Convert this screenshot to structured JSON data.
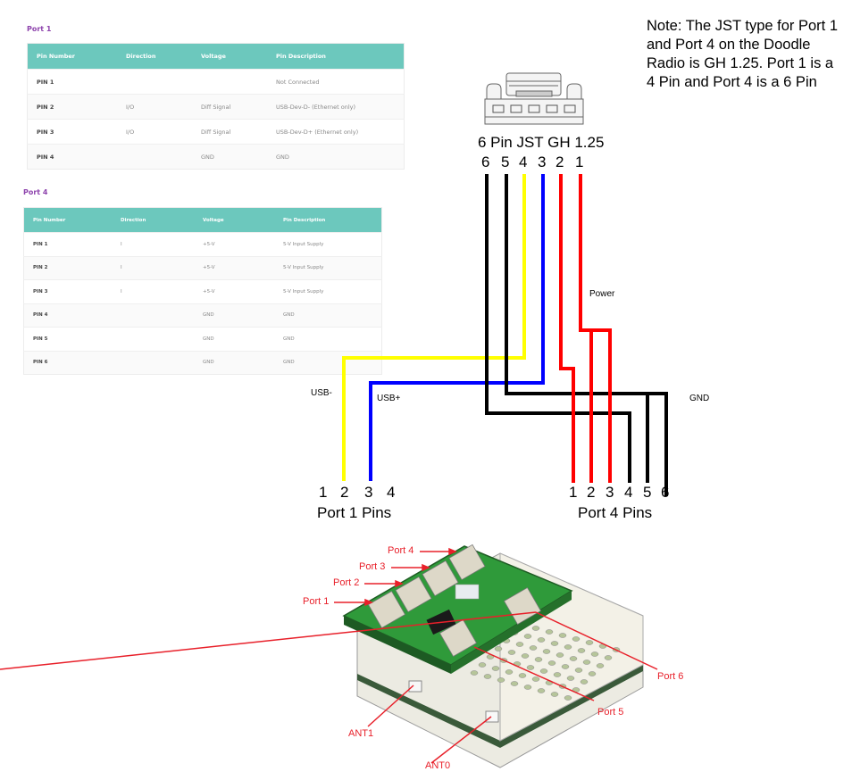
{
  "tables": [
    {
      "title": "Port 1",
      "headers": [
        "Pin Number",
        "Direction",
        "Voltage",
        "Pin Description"
      ],
      "rows": [
        [
          "PIN 1",
          "",
          "",
          "Not Connected"
        ],
        [
          "PIN 2",
          "I/O",
          "Diff Signal",
          "USB-Dev-D- (Ethernet only)"
        ],
        [
          "PIN 3",
          "I/O",
          "Diff Signal",
          "USB-Dev-D+ (Ethernet only)"
        ],
        [
          "PIN 4",
          "",
          "GND",
          "GND"
        ]
      ]
    },
    {
      "title": "Port 4",
      "headers": [
        "Pin Number",
        "Direction",
        "Voltage",
        "Pin Description"
      ],
      "rows": [
        [
          "PIN 1",
          "I",
          "+5-V",
          "5-V Input Supply"
        ],
        [
          "PIN 2",
          "I",
          "+5-V",
          "5-V Input Supply"
        ],
        [
          "PIN 3",
          "I",
          "+5-V",
          "5-V Input Supply"
        ],
        [
          "PIN 4",
          "",
          "GND",
          "GND"
        ],
        [
          "PIN 5",
          "",
          "GND",
          "GND"
        ],
        [
          "PIN 6",
          "",
          "GND",
          "GND"
        ]
      ]
    }
  ],
  "note": "Note:  The JST type for Port 1 and Port 4 on the Doodle Radio is GH 1.25. Port 1 is a 4 Pin and Port 4 is a 6 Pin",
  "connector": {
    "label": "6 Pin JST GH 1.25",
    "pin_numbers": [
      "6",
      "5",
      "4",
      "3",
      "2",
      "1"
    ]
  },
  "wiring": {
    "signal_labels": {
      "usb_minus": "USB-",
      "usb_plus": "USB+",
      "power": "Power",
      "gnd": "GND"
    },
    "port1": {
      "label": "Port 1 Pins",
      "pins": [
        "1",
        "2",
        "3",
        "4"
      ]
    },
    "port4": {
      "label": "Port 4 Pins",
      "pins": [
        "1",
        "2",
        "3",
        "4",
        "5",
        "6"
      ]
    },
    "colors": {
      "gnd": "#000000",
      "usb_minus": "#ffff00",
      "usb_plus": "#0000ff",
      "power": "#ff0000"
    },
    "connections": [
      {
        "jst_pin": "1",
        "color": "power",
        "to": "Port 4 pins 2, 3"
      },
      {
        "jst_pin": "2",
        "color": "power",
        "to": "Port 4 pin 1"
      },
      {
        "jst_pin": "3",
        "color": "usb_plus",
        "to": "Port 1 pin 3"
      },
      {
        "jst_pin": "4",
        "color": "usb_minus",
        "to": "Port 1 pin 2"
      },
      {
        "jst_pin": "5",
        "color": "gnd",
        "to": "Port 4 pins 5, 6"
      },
      {
        "jst_pin": "6",
        "color": "gnd",
        "to": "Port 4 pin 4"
      }
    ]
  },
  "device": {
    "callouts": [
      "Port 4",
      "Port 3",
      "Port 2",
      "Port 1",
      "Port 6",
      "Port 5",
      "ANT1",
      "ANT0"
    ],
    "callout_color": "#e8202a"
  }
}
